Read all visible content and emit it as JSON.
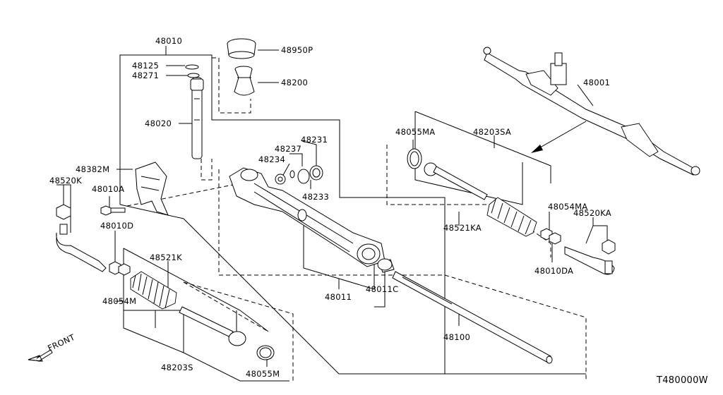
{
  "labels": {
    "p48010": "48010",
    "p48950P": "48950P",
    "p48125": "48125",
    "p48271": "48271",
    "p48200": "48200",
    "p48020": "48020",
    "p48231": "48231",
    "p48237": "48237",
    "p48234": "48234",
    "p48233": "48233",
    "p48382M": "48382M",
    "p48520K": "48520K",
    "p48010A": "48010A",
    "p48010D": "48010D",
    "p48521K": "48521K",
    "p48054M": "48054M",
    "p48011": "48011",
    "p48011C": "48011C",
    "p48100": "48100",
    "p48203S": "48203S",
    "p48055M": "48055M",
    "p48001": "48001",
    "p48055MA": "48055MA",
    "p48203SA": "48203SA",
    "p48054MA": "48054MA",
    "p48520KA": "48520KA",
    "p48521KA": "48521KA",
    "p48010DA": "48010DA",
    "front": "FRONT",
    "code": "T480000W"
  },
  "icons": {
    "front_arrow": "arrow-left-down-icon"
  }
}
